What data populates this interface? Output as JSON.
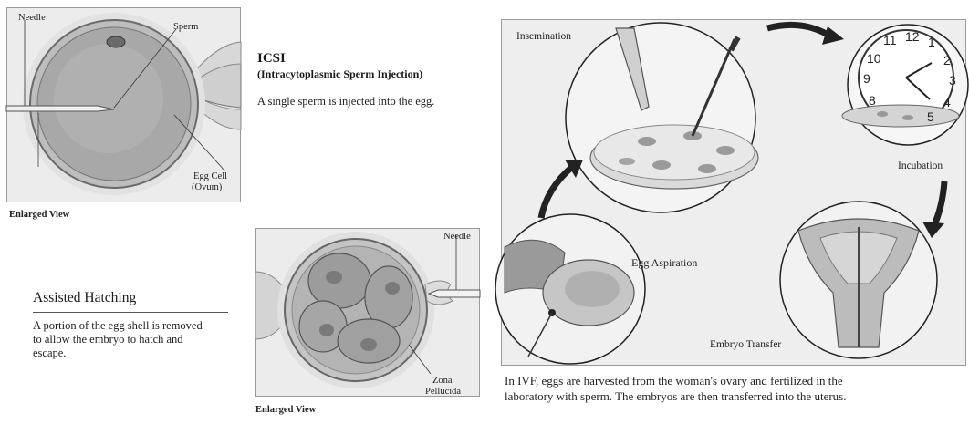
{
  "icsi": {
    "title": "ICSI",
    "subtitle": "(Intracytoplasmic Sperm Injection)",
    "description": "A single sperm is injected into the egg.",
    "label_needle": "Needle",
    "label_sperm": "Sperm",
    "label_egg_line1": "Egg Cell",
    "label_egg_line2": "(Ovum)",
    "caption": "Enlarged View"
  },
  "hatching": {
    "title": "Assisted Hatching",
    "description_line1": "A portion of the egg shell is removed",
    "description_line2": "to allow the embryo to hatch and",
    "description_line3": "escape.",
    "label_needle": "Needle",
    "label_zona_line1": "Zona",
    "label_zona_line2": "Pellucida",
    "caption": "Enlarged View"
  },
  "ivf": {
    "label_insemination": "Insemination",
    "label_incubation": "Incubation",
    "label_egg_aspiration": "Egg Aspiration",
    "label_embryo_transfer": "Embryo Transfer",
    "clock_numbers": [
      "11",
      "12",
      "1",
      "10",
      "2",
      "9",
      "3",
      "8",
      "4",
      "5"
    ],
    "caption_line1": "In IVF, eggs are harvested from the woman's ovary and fertilized in the",
    "caption_line2": "laboratory with sperm. The embryos are then transferred into the uterus."
  }
}
